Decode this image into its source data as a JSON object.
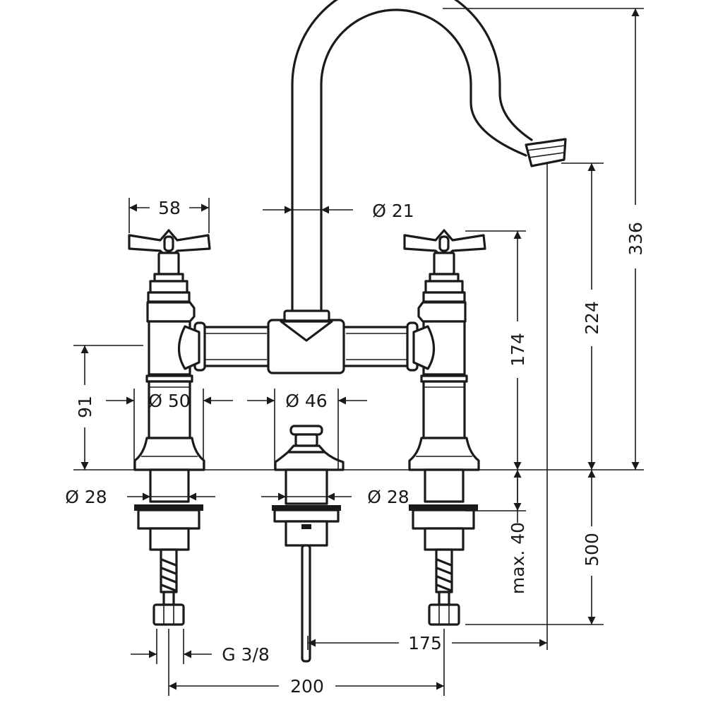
{
  "dimensions": {
    "handle_width": "58",
    "spout_diameter": "Ø 21",
    "overall_height": "336",
    "spout_height": "224",
    "handle_height": "174",
    "body_height": "91",
    "body_diameter": "Ø 50",
    "popup_diameter": "Ø 46",
    "valve_shank_diameter": "Ø 28",
    "popup_shank_diameter": "Ø 28",
    "max_deck_thickness": "max. 40",
    "hose_length": "500",
    "spout_reach": "175",
    "thread": "G 3/8",
    "center_distance": "200"
  }
}
